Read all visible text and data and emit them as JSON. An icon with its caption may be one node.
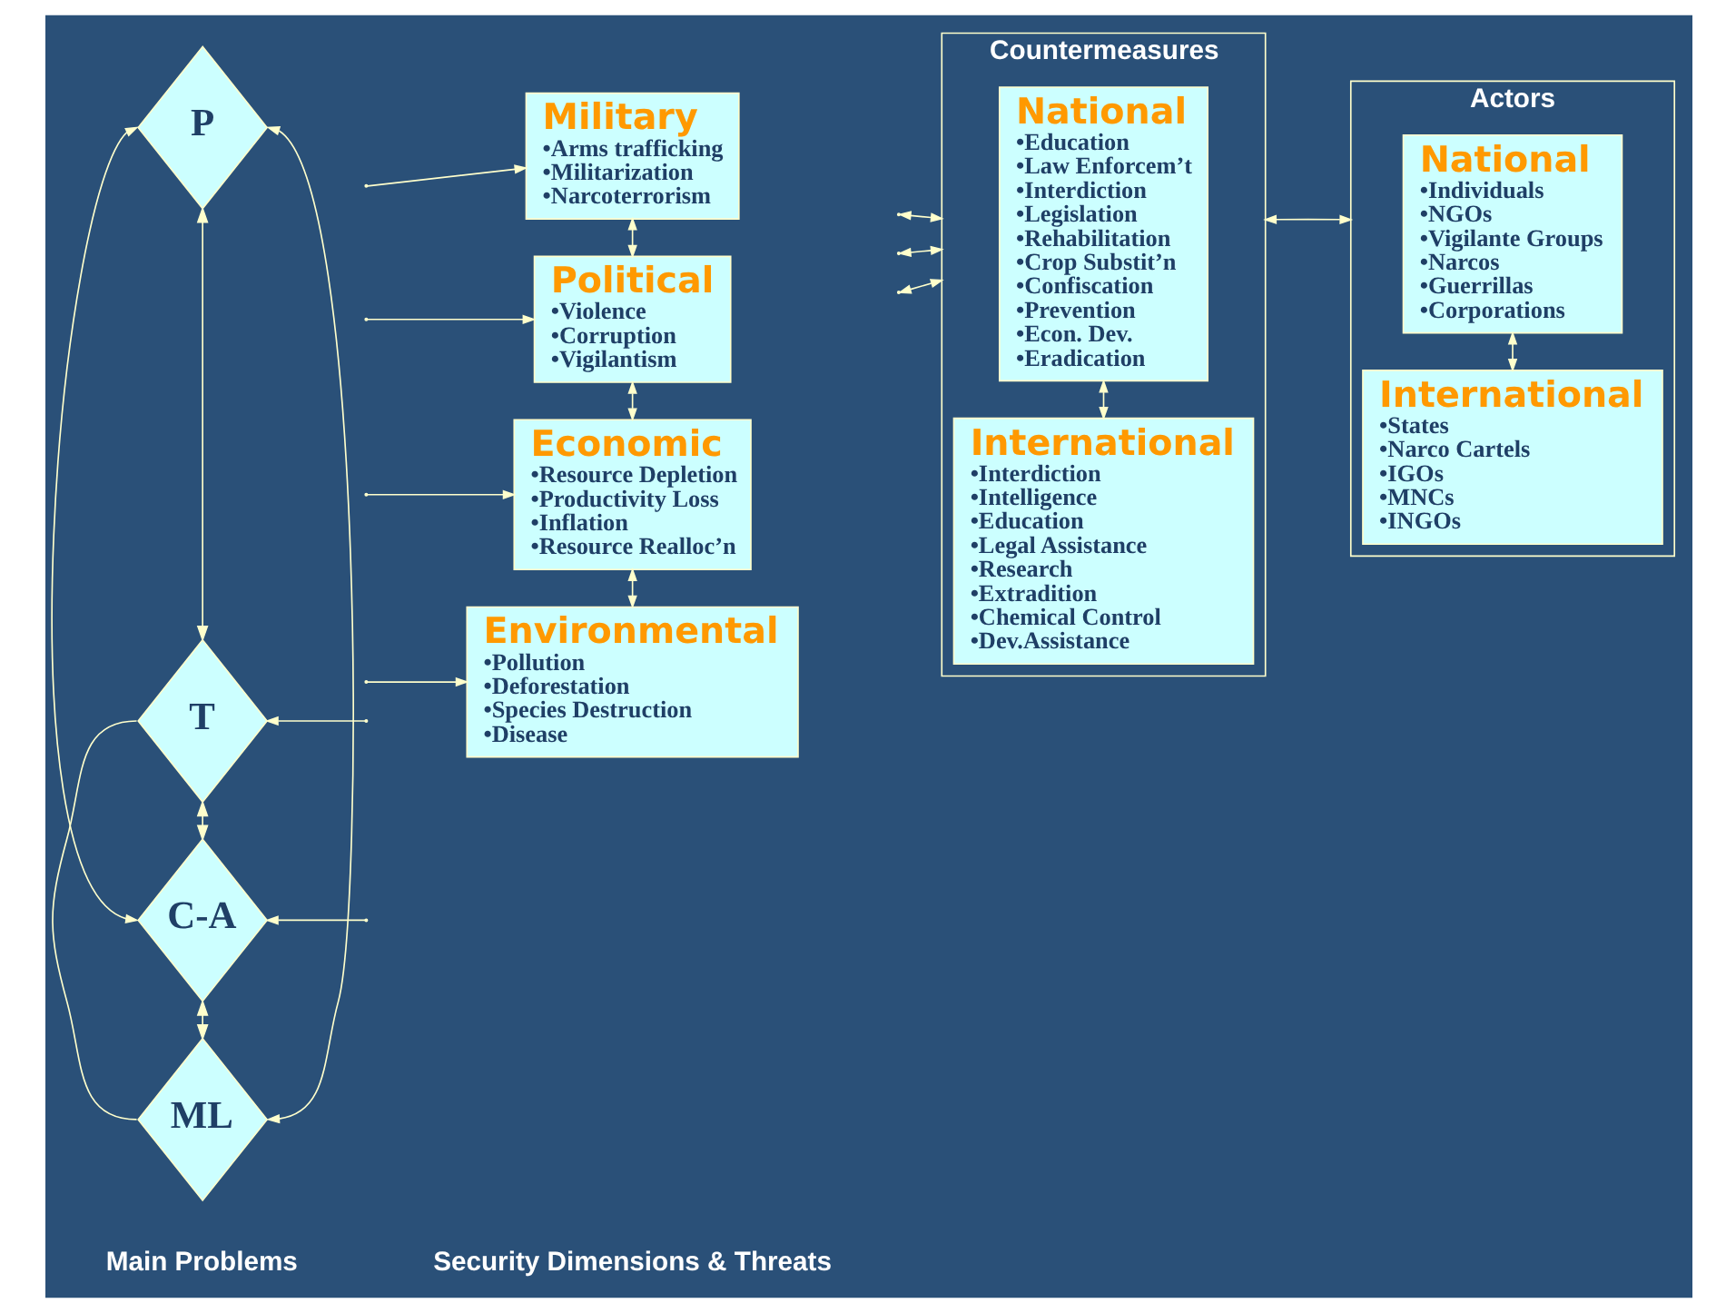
{
  "diagram": {
    "nodes": [
      {
        "text": [
          "P"
        ]
      },
      {
        "text": [
          "T"
        ]
      },
      {
        "text": [
          "C-A"
        ]
      },
      {
        "text": [
          "ML"
        ]
      },
      {
        "text": [
          "Military",
          "•Arms trafficking",
          "•Militarization",
          "•Narcoterrorism"
        ]
      },
      {
        "text": [
          "Political",
          "•Violence",
          "•Corruption",
          "•Vigilantism"
        ]
      },
      {
        "text": [
          "Economic",
          "•Resource Depletion",
          "•Productivity Loss",
          "•Inflation",
          "•Resource Realloc’n"
        ]
      },
      {
        "text": [
          "Environmental",
          "•Pollution",
          "•Deforestation",
          "•Species Destruction",
          "•Disease"
        ]
      },
      {
        "text": [
          "Countermeasures"
        ]
      },
      {
        "text": [
          "National",
          "•Education",
          "•Law Enforcem’t",
          "•Interdiction",
          "•Legislation",
          "•Rehabilitation",
          "•Crop Substit’n",
          "•Confiscation",
          "•Prevention",
          "•Econ. Dev.",
          "•Eradication"
        ],
        "in": 8
      },
      {
        "text": [
          "International",
          "•Interdiction",
          "•Intelligence",
          "•Education",
          "•Legal Assistance",
          "•Research",
          "•Extradition",
          "•Chemical Control",
          "•Dev.Assistance"
        ],
        "in": 8
      },
      {
        "text": [
          "Actors"
        ]
      },
      {
        "text": [
          "National",
          "•Individuals",
          "•NGOs",
          "•Vigilante Groups",
          "•Narcos",
          "•Guerrillas",
          "•Corporations"
        ],
        "in": 11
      },
      {
        "text": [
          "International",
          "•States",
          "•Narco Cartels",
          "•IGOs",
          "•MNCs",
          "•INGOs"
        ],
        "in": 11
      }
    ],
    "edges": [
      {
        "from": 0,
        "to": 1,
        "arrow": "both"
      },
      {
        "from": 1,
        "to": 2,
        "arrow": "both"
      },
      {
        "from": 2,
        "to": 3,
        "arrow": "both"
      },
      {
        "from": 0,
        "to": 2,
        "arrow": "both"
      },
      {
        "from": 1,
        "to": 3,
        "arrow": "none"
      },
      {
        "from": 0,
        "to": 3,
        "arrow": "both"
      },
      {
        "from": null,
        "to": 1,
        "arrow": "to"
      },
      {
        "from": null,
        "to": 2,
        "arrow": "to"
      },
      {
        "from": null,
        "to": 4,
        "arrow": "to"
      },
      {
        "from": null,
        "to": 5,
        "arrow": "to"
      },
      {
        "from": null,
        "to": 6,
        "arrow": "to"
      },
      {
        "from": null,
        "to": 7,
        "arrow": "to"
      },
      {
        "from": 4,
        "to": 5,
        "arrow": "both"
      },
      {
        "from": 5,
        "to": 6,
        "arrow": "both"
      },
      {
        "from": 6,
        "to": 7,
        "arrow": "both"
      },
      {
        "from": null,
        "to": 8,
        "arrow": "both"
      },
      {
        "from": null,
        "to": 8,
        "arrow": "both"
      },
      {
        "from": null,
        "to": 8,
        "arrow": "both"
      },
      {
        "from": 9,
        "to": 10,
        "arrow": "both"
      },
      {
        "from": 8,
        "to": 11,
        "arrow": "both"
      },
      {
        "from": 12,
        "to": 13,
        "arrow": "both"
      }
    ],
    "labels": [
      "Main Problems",
      "Security Dimensions & Threats"
    ]
  }
}
